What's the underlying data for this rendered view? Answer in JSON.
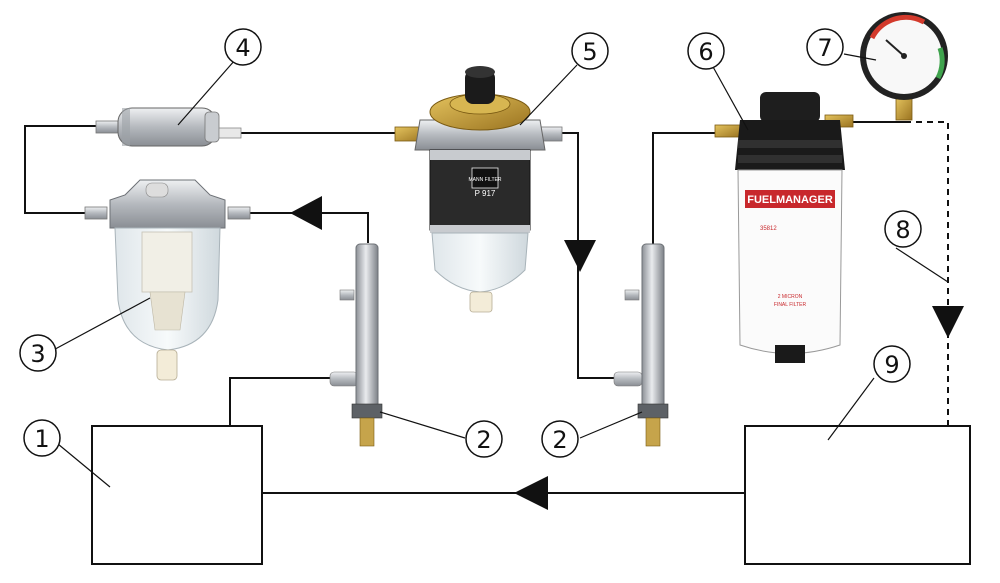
{
  "callouts": [
    "1",
    "2",
    "2",
    "3",
    "4",
    "5",
    "6",
    "7",
    "8",
    "9"
  ],
  "filter5": {
    "brand": "MANN FILTER",
    "model": "P 917"
  },
  "filter6": {
    "brand": "FUELMANAGER",
    "part": "35812",
    "rating": "2 MICRON",
    "desc": "FINAL FILTER"
  },
  "colors": {
    "line": "#111111",
    "metal": "#b9bcc0",
    "dark": "#1a1a1a",
    "brass": "#c8a033",
    "gauge_red": "#d33a2c",
    "gauge_green": "#3fa34d"
  }
}
